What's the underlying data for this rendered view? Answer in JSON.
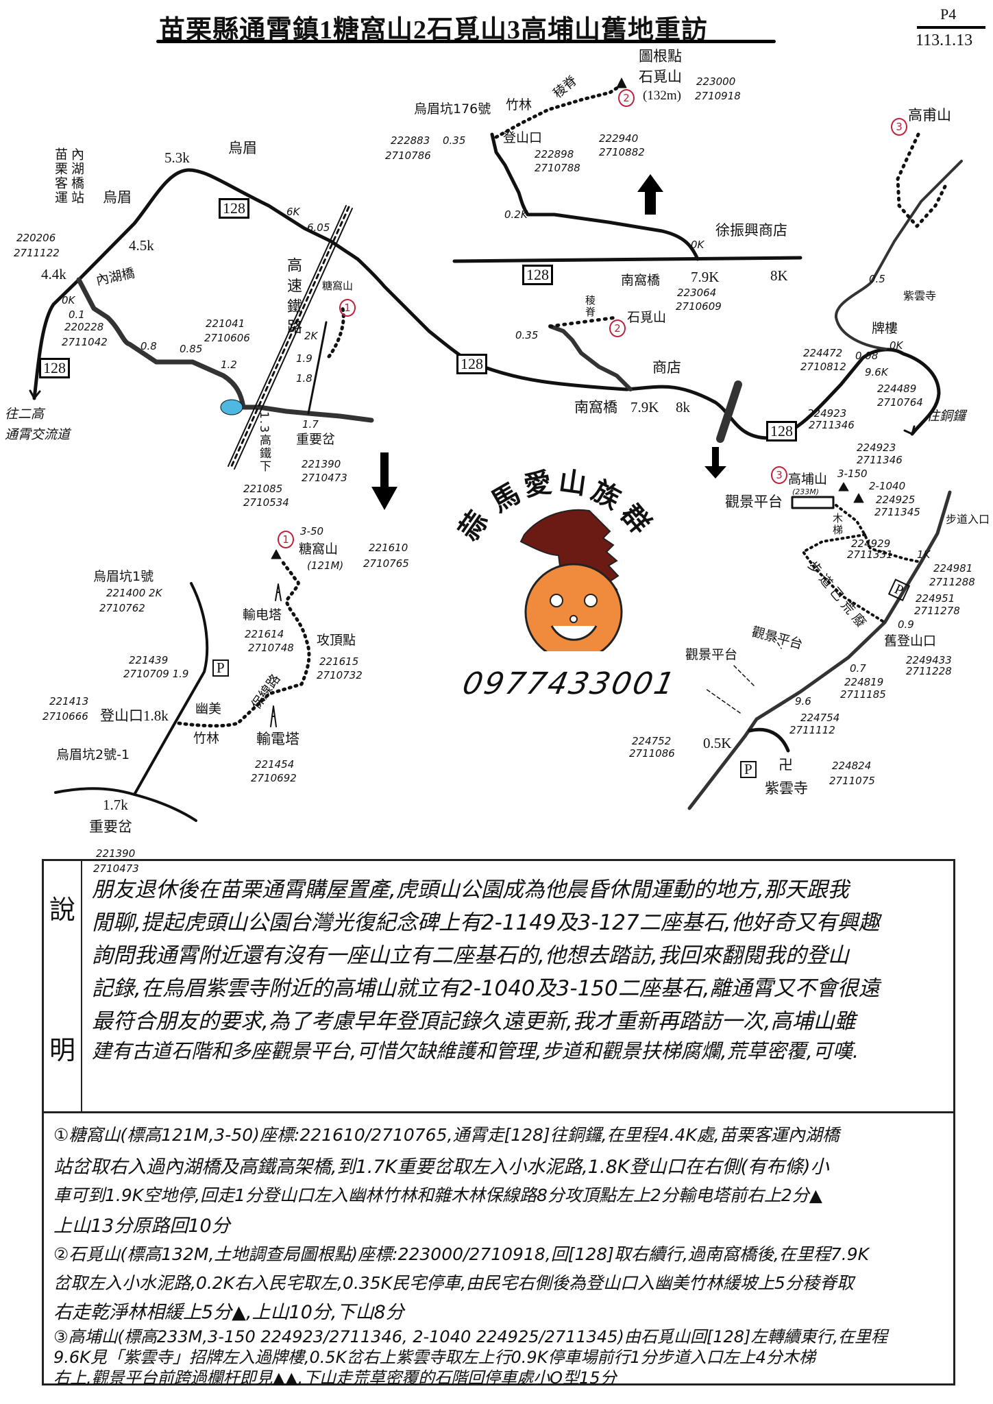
{
  "header": {
    "title": "苗栗縣通霄鎮1糖窩山2石覓山3高埔山舊地重訪",
    "page": "P4",
    "date": "113.1.13"
  },
  "road_number": "128",
  "main_map": {
    "labels": [
      "烏眉",
      "5.3k",
      "烏眉",
      "4.5k",
      "苗栗客運",
      "內湖橋站",
      "220206",
      "2711122",
      "4.4k",
      "0K",
      "0.1",
      "220228",
      "2711042",
      "往二高",
      "通霄交流道",
      "內湖橋",
      "6K",
      "6.05",
      "高速鐵路",
      "0.8",
      "0.85",
      "221041",
      "2710606",
      "1.2",
      "1.3高鐵下",
      "221085",
      "2710534",
      "1.7",
      "重要岔",
      "221390",
      "2710473",
      "2K",
      "1.9",
      "1.8",
      "糖窩山",
      "高甫山",
      "0.5",
      "紫雲寺",
      "牌樓",
      "0K",
      "0.08",
      "224472",
      "2710812",
      "9.6K",
      "224489",
      "2710764",
      "往銅鑼",
      "224923",
      "2711346",
      "石覓山",
      "稜脊",
      "0.35",
      "商店",
      "南窩橋",
      "7.9K",
      "8k",
      "223064",
      "2710609"
    ]
  },
  "shihlan_inset": {
    "labels": [
      "烏眉坑176號",
      "竹林",
      "稜脊",
      "圖根點",
      "石覓山",
      "(132m)",
      "223000",
      "2710918",
      "222883",
      "0.35",
      "2710786",
      "登山口",
      "222898",
      "2710788",
      "222940",
      "2710882",
      "0.2K",
      "0K",
      "徐振興商店",
      "南窩橋",
      "7.9K",
      "8K"
    ]
  },
  "tangwo_inset": {
    "labels": [
      "3-50",
      "糖窩山",
      "221610",
      "(121M)",
      "2710765",
      "烏眉坑1號",
      "221400 2K",
      "2710762",
      "輸电塔",
      "221614",
      "2710748",
      "攻頂點",
      "221615",
      "2710732",
      "221439",
      "2710709 1.9",
      "P",
      "保線路",
      "221413",
      "2710666",
      "登山口1.8k",
      "幽美",
      "竹林",
      "輸電塔",
      "221454",
      "2710692",
      "烏眉坑2號-1",
      "1.7k",
      "重要岔",
      "221390",
      "2710473"
    ]
  },
  "kaopu_inset": {
    "labels": [
      "高埔山",
      "(233M)",
      "3-150",
      "2-1040",
      "224925",
      "2711345",
      "224923",
      "2711346",
      "觀景平台",
      "木梯",
      "224929",
      "2711331",
      "步道已荒廢",
      "步道入口",
      "1K",
      "224981",
      "2711288",
      "P",
      "224951",
      "2711278",
      "0.9",
      "舊登山口",
      "2249433",
      "2711228",
      "觀景平台",
      "觀景平台",
      "0.7",
      "224819",
      "2711185",
      "9.6",
      "224754",
      "2711112",
      "224752",
      "2711086",
      "0.5K",
      "P",
      "卍",
      "紫雲寺",
      "224824",
      "2711075"
    ]
  },
  "markers": {
    "one": "1",
    "two": "2",
    "three": "3"
  },
  "logo": {
    "name": "蒜馬愛山族群",
    "chars": [
      "蒜",
      "馬",
      "愛",
      "山",
      "族",
      "群"
    ],
    "phone": "0977433001",
    "horse_color": "#6b1a14",
    "face_color": "#f08a3c"
  },
  "description": {
    "side_label": [
      "說",
      "明"
    ],
    "lines": [
      "朋友退休後在苗栗通霄購屋置產,虎頭山公園成為他晨昏休閒運動的地方,那天跟我",
      "閒聊,提起虎頭山公園台灣光復紀念碑上有2-1149及3-127二座基石,他好奇又有興趣",
      "詢問我通霄附近還有沒有一座山立有二座基石的,他想去踏訪,我回來翻閱我的登山",
      "記錄,在烏眉紫雲寺附近的高埔山就立有2-1040及3-150二座基石,離通霄又不會很遠",
      "最符合朋友的要求,為了考慮早年登頂記錄久遠更新,我才重新再踏訪一次,高埔山雖",
      "建有古道石階和多座觀景平台,可惜欠缺維護和管理,步道和觀景扶梯腐爛,荒草密覆,可嘆."
    ]
  },
  "route_notes": {
    "lines": [
      "①糖窩山(標高121M,3-50)座標:221610/2710765,通霄走[128]往銅鑼,在里程4.4K處,苗栗客運內湖橋",
      "站岔取右入過內湖橋及高鐵高架橋,到1.7K重要岔取左入小水泥路,1.8K登山口在右側(有布條)小",
      "車可到1.9K空地停,回走1分登山口左入幽林竹林和雜木林保線路8分攻頂點左上2分輸电塔前右上2分▲",
      "上山13分原路回10分",
      "②石覓山(標高132M,土地調查局圖根點)座標:223000/2710918,回[128]取右續行,過南窩橋後,在里程7.9K",
      "岔取左入小水泥路,0.2K右入民宅取左,0.35K民宅停車,由民宅右側後為登山口入幽美竹林緩坡上5分稜脊取",
      "右走乾淨林相緩上5分▲,上山10分,下山8分",
      "③高埔山(標高233M,3-150 224923/2711346, 2-1040 224925/2711345)由石覓山回[128]左轉續東行,在里程",
      "9.6K見「紫雲寺」招牌左入過牌樓,0.5K岔右上紫雲寺取左上行0.9K停車場前行1分步道入口左上4分木梯",
      "右上,觀景平台前跨過欄杆即見▲▲,下山走荒草密覆的石階回停車處小O型15分"
    ]
  }
}
